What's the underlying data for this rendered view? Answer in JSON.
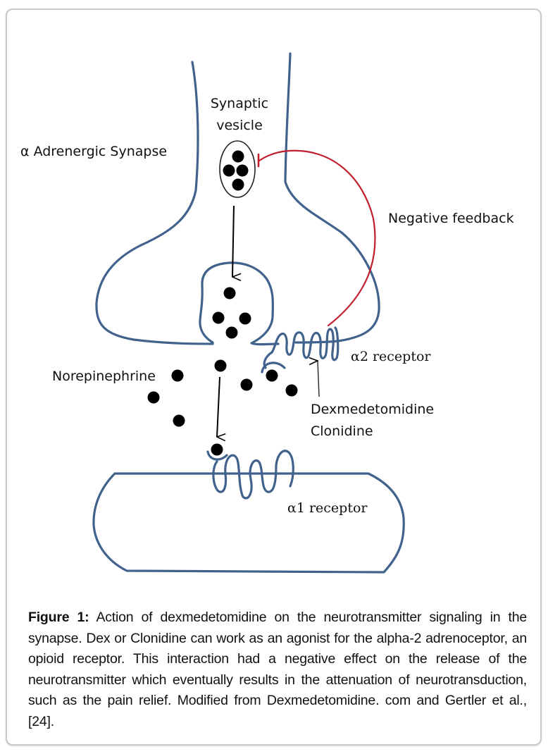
{
  "figure": {
    "title": "α Adrenergic  Synapse",
    "labels": {
      "synaptic_vesicle_line1": "Synaptic",
      "synaptic_vesicle_line2": "vesicle",
      "negative_feedback": "Negative feedback",
      "alpha2_receptor": "α2 receptor",
      "norepinephrine": "Norepinephrine",
      "dexmedetomidine": "Dexmedetomidine",
      "clonidine": "Clonidine",
      "alpha1_receptor": "α1 receptor"
    },
    "colors": {
      "membrane": "#41628c",
      "feedback": "#c0202e",
      "molecule": "#000000",
      "frame_border": "#c9c9c9"
    }
  },
  "caption": {
    "label": "Figure 1:",
    "text": " Action of dexmedetomidine on the neurotransmitter signaling in the synapse. Dex or Clonidine can work as an agonist for the alpha-2 adrenoceptor, an opioid receptor. This interaction had a negative effect on the release of the neurotransmitter which eventually results in the attenuation of neurotransduction, such as the pain relief. Modified from Dexmedetomidine. com and Gertler et al., [24]."
  }
}
